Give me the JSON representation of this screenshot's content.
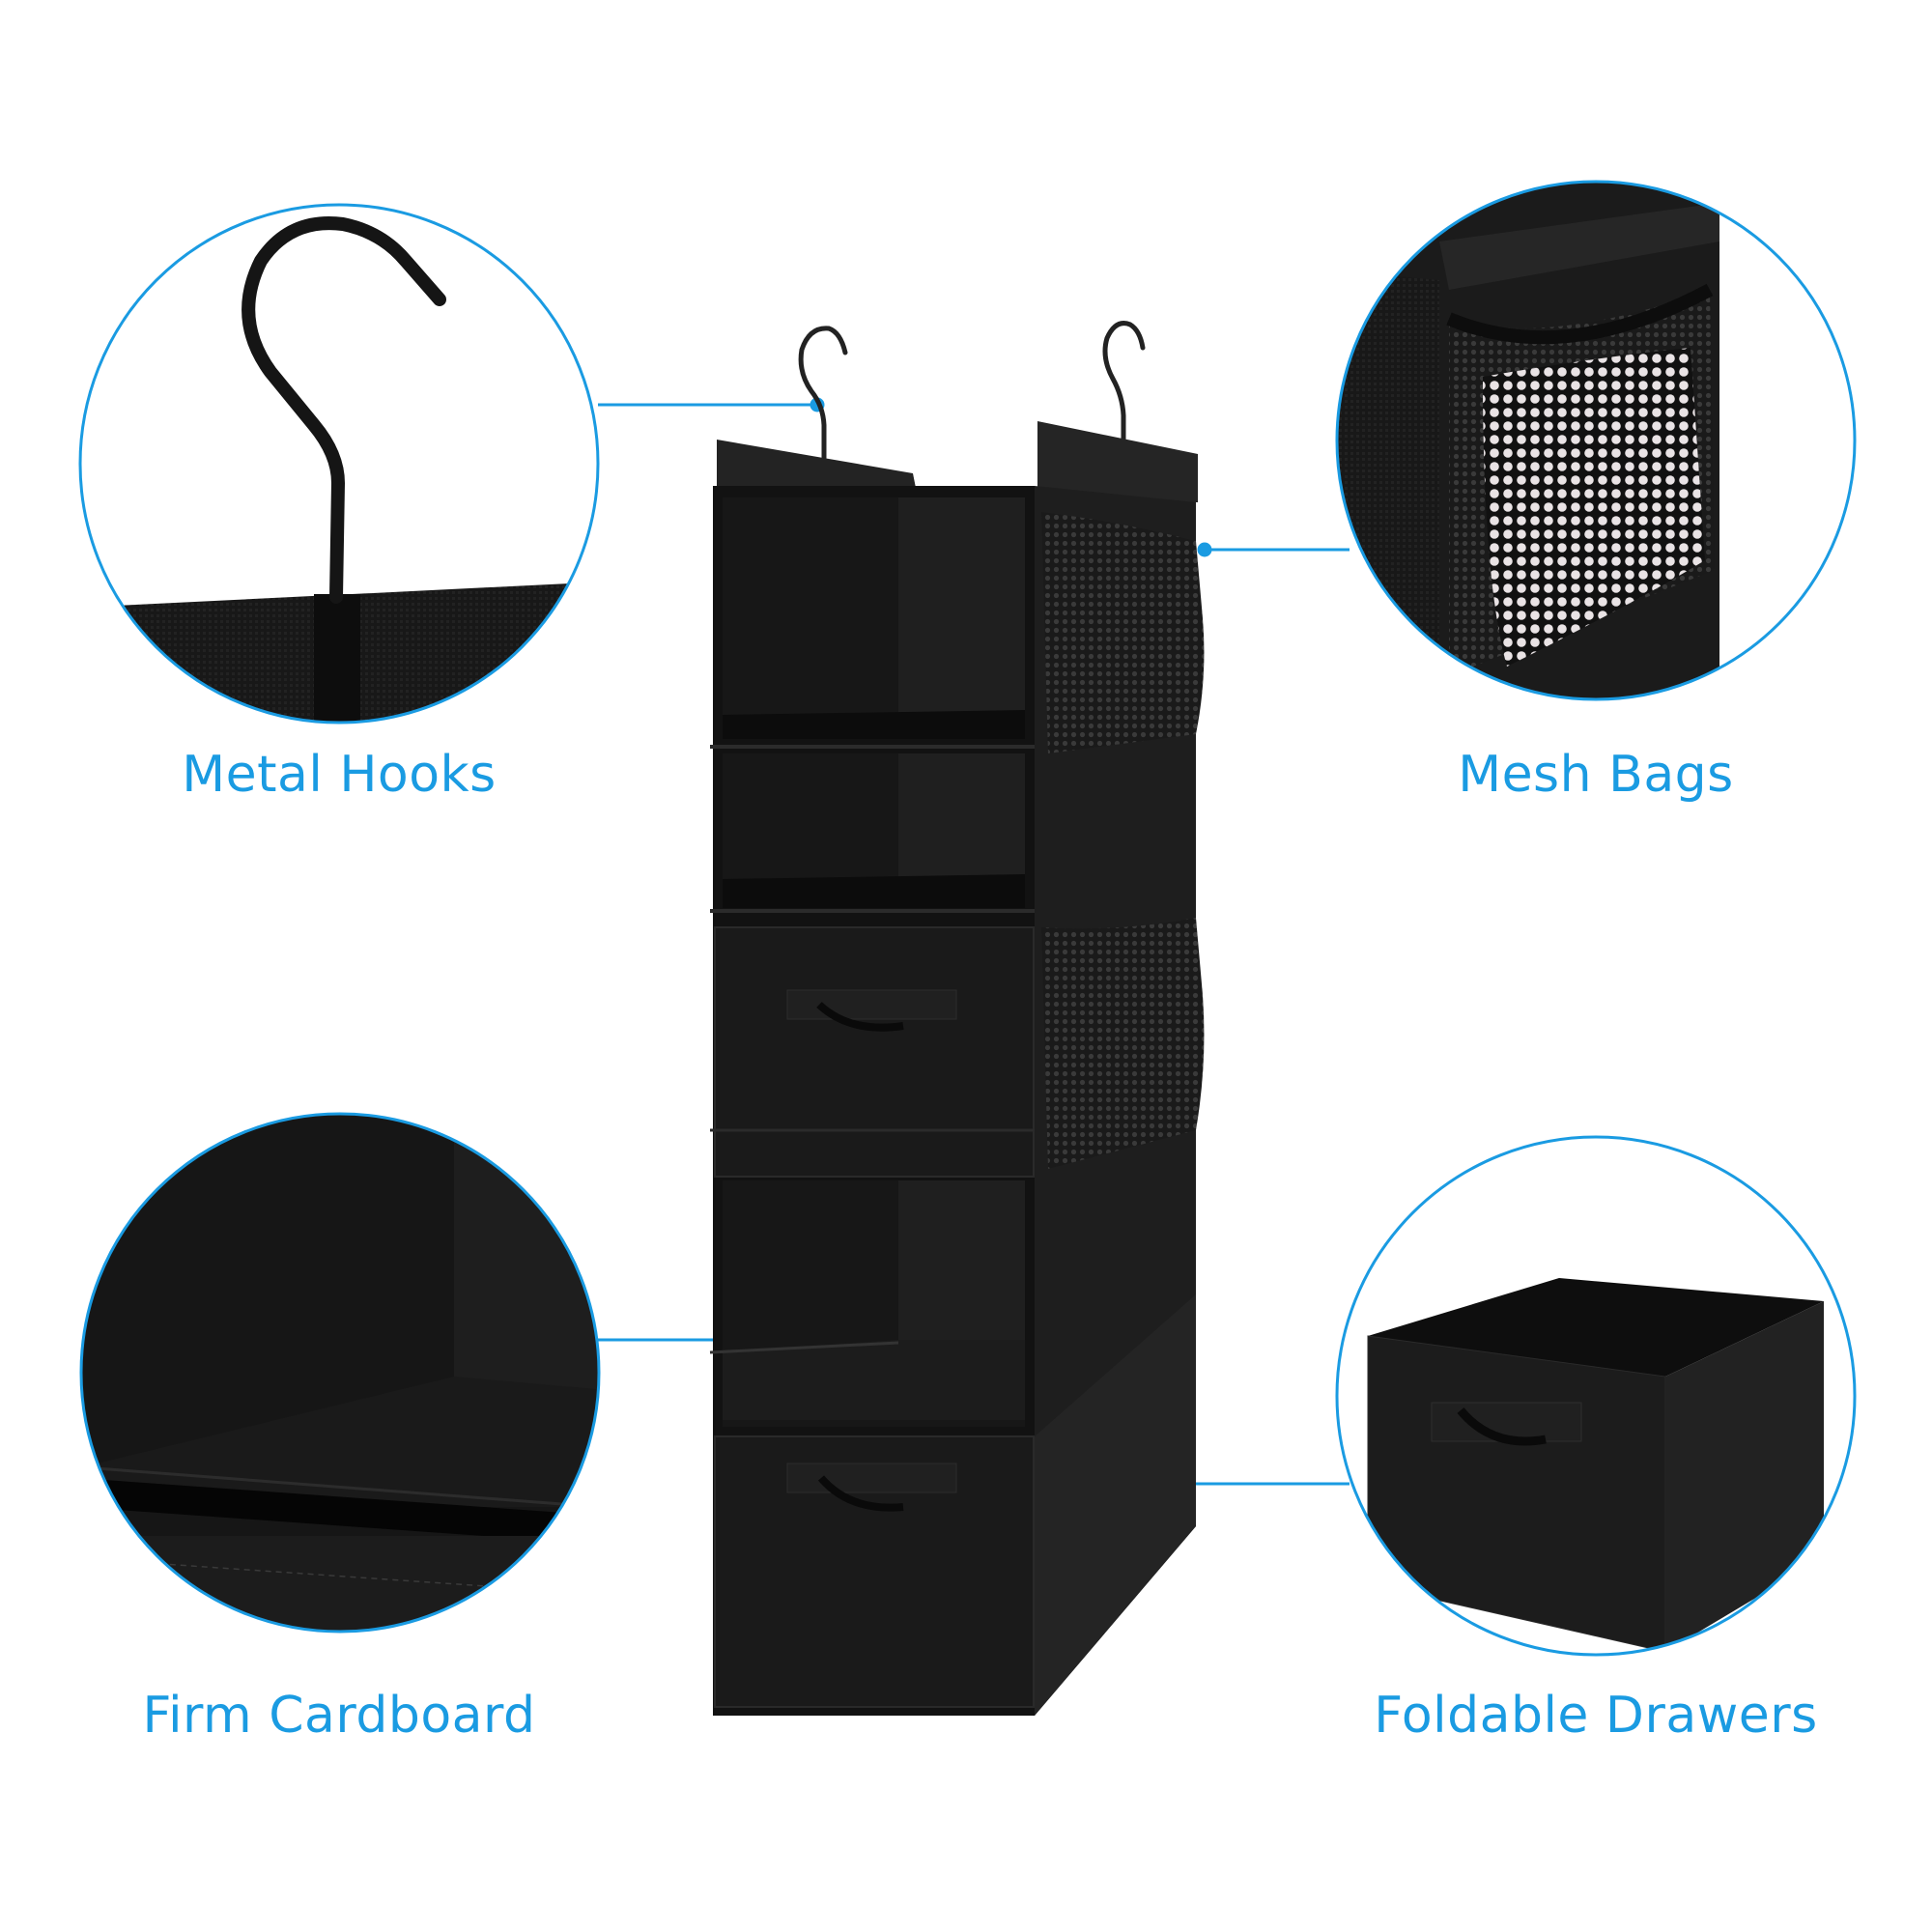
{
  "product": {
    "name": "hanging-closet-organizer",
    "color": "#111111",
    "shelves_open": 3,
    "drawers": 2,
    "side_mesh_pockets": 2,
    "hooks": 2
  },
  "theme": {
    "accent": "#1a9be2",
    "fabric_dark": "#0f0f0f",
    "fabric_mid": "#1c1c1c",
    "fabric_light": "#2a2a2a"
  },
  "features": [
    {
      "id": "metal-hooks",
      "label": "Metal Hooks",
      "position": "top-left",
      "icon": "hook-icon"
    },
    {
      "id": "mesh-bags",
      "label": "Mesh Bags",
      "position": "top-right",
      "icon": "mesh-pocket-icon"
    },
    {
      "id": "firm-cardboard",
      "label": "Firm Cardboard",
      "position": "bottom-left",
      "icon": "shelf-board-icon"
    },
    {
      "id": "foldable-drawers",
      "label": "Foldable Drawers",
      "position": "bottom-right",
      "icon": "drawer-icon"
    }
  ]
}
